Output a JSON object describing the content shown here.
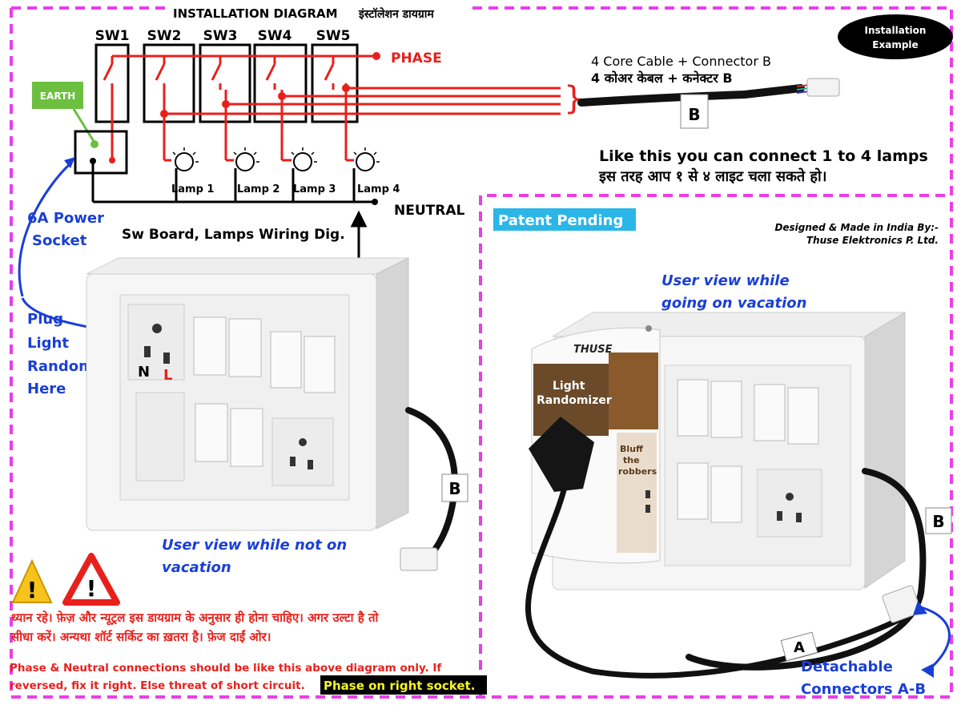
{
  "header": {
    "title": "INSTALLATION DIAGRAM",
    "title_hindi": "इंस्टॉलेशन डायग्राम",
    "badge_line1": "Installation",
    "badge_line2": "Example"
  },
  "switches": [
    "SW1",
    "SW2",
    "SW3",
    "SW4",
    "SW5"
  ],
  "labels": {
    "phase": "PHASE",
    "neutral": "NEUTRAL",
    "earth": "EARTH",
    "cable_en": "4 Core Cable + Connector B",
    "cable_hi": "4 कोअर केबल + कनेक्टर B",
    "connect_en": "Like this you can connect 1 to 4 lamps",
    "connect_hi": "इस तरह आप १ से ४ लाइट चला सकते हो।",
    "board_dig": "Sw Board, Lamps Wiring Dig.",
    "power_socket_1": "6A Power",
    "power_socket_2": "Socket",
    "plug_1": "Plug",
    "plug_2": "Light",
    "plug_3": "Randomizer™",
    "plug_4": "Here",
    "n": "N",
    "l": "L",
    "patent": "Patent Pending",
    "designed_1": "Designed & Made in India By:-",
    "designed_2": "Thuse Elektronics P. Ltd.",
    "vacation_1": "User view while",
    "vacation_2": "going on vacation",
    "not_vacation_1": "User view while not on",
    "not_vacation_2": "vacation",
    "connector_b": "B",
    "connector_a": "A",
    "detachable_1": "Detachable",
    "detachable_2": "Connectors A-B",
    "warning_hi_1": "ध्यान रहे। फ़ेज़ और न्यूट्रल इस डायग्राम के अनुसार ही होना चाहिए। अगर उल्टा है तो",
    "warning_hi_2": "सीधा करें। अन्यथा शॉर्ट सर्किट का ख़तरा है। फ़ेज दाईं ओर।",
    "warning_en_1": "Phase & Neutral connections should be like this above diagram only. If",
    "warning_en_2": "reversed, fix it right. Else threat of short circuit.",
    "warning_en_highlight": "Phase on right socket.",
    "device_brand": "THUSE",
    "device_name_1": "Light",
    "device_name_2": "Randomizer",
    "device_slogan_1": "Bluff",
    "device_slogan_2": "the",
    "device_slogan_3": "robbers"
  },
  "lamps": [
    "Lamp 1",
    "Lamp 2",
    "Lamp 3",
    "Lamp 4"
  ],
  "colors": {
    "wire": "#e8201c",
    "frame": "#e83ee8",
    "blue_text": "#1a3fd6",
    "red_text": "#e8201c",
    "earth_bg": "#6cbf3f",
    "patent_bg": "#2ab6e6"
  }
}
